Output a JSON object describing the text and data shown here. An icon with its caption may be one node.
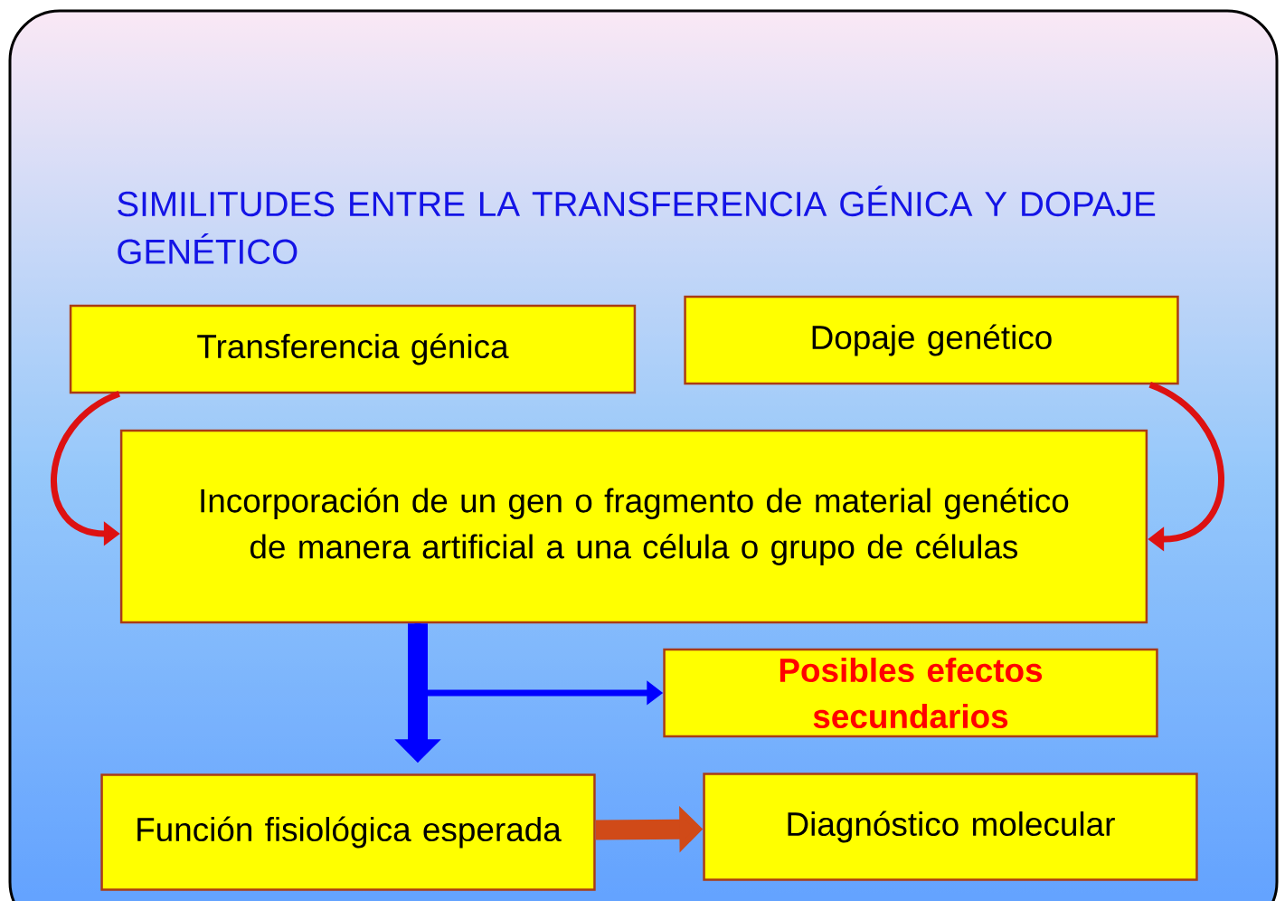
{
  "diagram": {
    "title": "SIMILITUDES ENTRE LA TRANSFERENCIA GÉNICA Y DOPAJE GENÉTICO",
    "nodes": [
      {
        "text": [
          "Transferencia génica"
        ]
      },
      {
        "text": [
          "Dopaje genético"
        ]
      },
      {
        "text": [
          "Incorporación de un gen o fragmento de material genético de manera artificial a una célula o grupo de células"
        ]
      },
      {
        "text": [
          "Posibles efectos secundarios"
        ]
      },
      {
        "text": [
          "Función fisiológica esperada"
        ]
      },
      {
        "text": [
          "Diagnóstico molecular"
        ]
      }
    ],
    "edges": [
      {
        "from": 0,
        "to": 2,
        "arrow": "to",
        "color": "#dd1111"
      },
      {
        "from": 1,
        "to": 2,
        "arrow": "to",
        "color": "#dd1111"
      },
      {
        "from": 2,
        "to": 4,
        "arrow": "to",
        "style": "thick",
        "color": "#0000ff"
      },
      {
        "from": 2,
        "to": 3,
        "arrow": "to",
        "color": "#0000ff"
      },
      {
        "from": 4,
        "to": 5,
        "arrow": "to",
        "style": "thick",
        "color": "#d04a18"
      }
    ]
  }
}
